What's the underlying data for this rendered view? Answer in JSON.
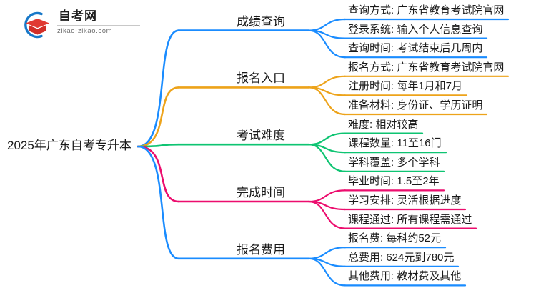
{
  "logo": {
    "name": "自考网",
    "domain": "zikao-zikao.com",
    "mark_icon": "graduation-cap-icon",
    "arc_color": "#1878c8",
    "cap_color": "#e03a32"
  },
  "mindmap": {
    "root": {
      "label": "2025年广东自考专升本"
    },
    "branches": [
      {
        "label": "成绩查询",
        "color": "#1a8cff",
        "children": [
          {
            "label": "查询方式: 广东省教育考试院官网"
          },
          {
            "label": "登录系统: 输入个人信息查询"
          },
          {
            "label": "查询时间: 考试结束后几周内"
          }
        ]
      },
      {
        "label": "报名入口",
        "color": "#eda31a",
        "children": [
          {
            "label": "报名方式: 广东省教育考试院官网"
          },
          {
            "label": "注册时间: 每年1月和7月"
          },
          {
            "label": "准备材料: 身份证、学历证明"
          }
        ]
      },
      {
        "label": "考试难度",
        "color": "#0ec472",
        "children": [
          {
            "label": "难度: 相对较高"
          },
          {
            "label": "课程数量: 11至16门"
          },
          {
            "label": "学科覆盖: 多个学科"
          }
        ]
      },
      {
        "label": "完成时间",
        "color": "#ec0d6e",
        "children": [
          {
            "label": "毕业时间: 1.5至2年"
          },
          {
            "label": "学习安排: 灵活根据进度"
          },
          {
            "label": "课程通过: 所有课程需通过"
          }
        ]
      },
      {
        "label": "报名费用",
        "color": "#1a8cff",
        "children": [
          {
            "label": "报名费: 每科约52元"
          },
          {
            "label": "总费用: 624元到780元"
          },
          {
            "label": "其他费用: 教材费及其他"
          }
        ]
      }
    ]
  }
}
